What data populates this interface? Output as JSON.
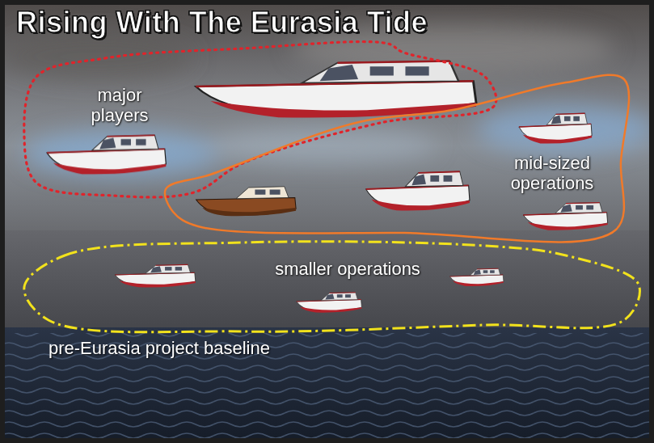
{
  "diagram": {
    "title": "Rising With The Eurasia Tide",
    "nodes": [
      {
        "text": [
          "major players"
        ]
      },
      {
        "text": [
          "mid-sized operations"
        ]
      },
      {
        "text": [
          "smaller operations"
        ]
      }
    ],
    "labels": [
      "pre-Eurasia project baseline"
    ]
  }
}
